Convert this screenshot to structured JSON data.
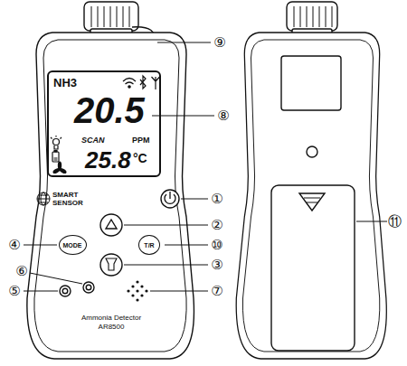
{
  "diagram": {
    "nodes": [
      {
        "text": [
          "NH3",
          "20.5",
          "SCAN",
          "PPM",
          "25.8",
          "°C"
        ]
      },
      {
        "text": [
          "MODE"
        ]
      },
      {
        "text": [
          "T/R"
        ]
      }
    ],
    "labels": [
      "SMART SENSOR",
      "Ammonia Detector",
      "AR8500",
      "①",
      "②",
      "③",
      "④",
      "⑤",
      "⑥",
      "⑦",
      "⑧",
      "⑨",
      "⑩",
      "⑪"
    ]
  }
}
